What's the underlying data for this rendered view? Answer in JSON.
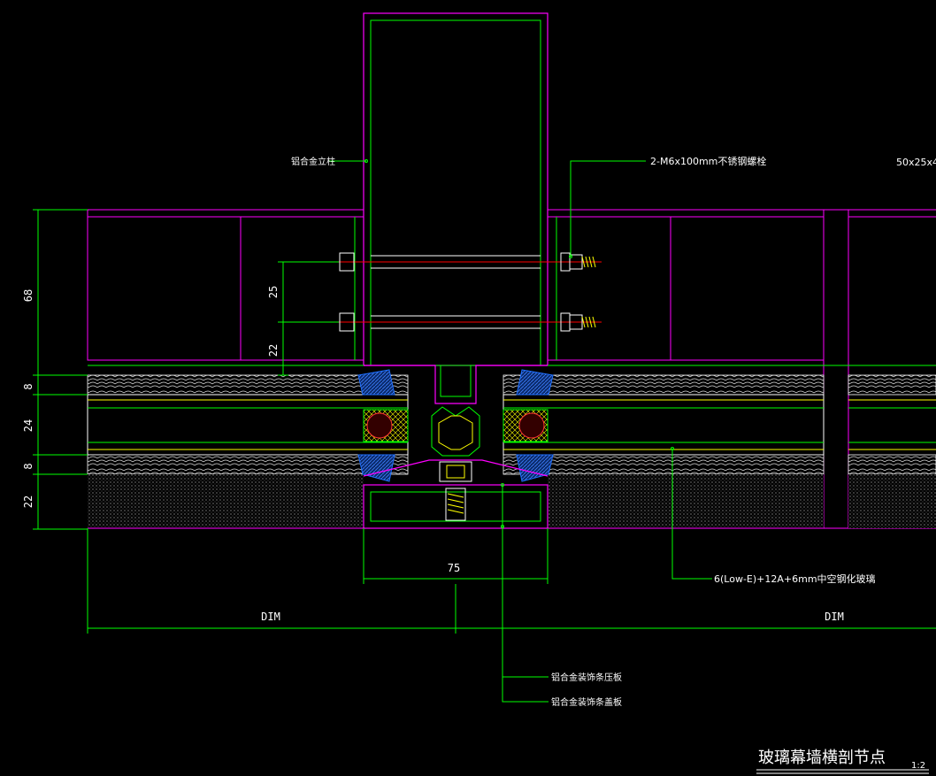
{
  "colors": {
    "background": "#000000",
    "magenta": "#ff00ff",
    "green": "#00ff00",
    "white": "#ffffff",
    "yellow": "#ffff00",
    "red": "#ff0000",
    "blue": "#1e6fff",
    "cyan": "#00c8ff"
  },
  "labels": {
    "mullion": "铝合金立柱",
    "bolts": "2-M6x100mm不锈钢螺栓",
    "tube_right": "50x25x4",
    "glass": "6(Low-E)+12A+6mm中空钢化玻璃",
    "press_plate": "铝合金装饰条压板",
    "cover_plate": "铝合金装饰条盖板"
  },
  "dimensions": {
    "d68": "68",
    "d25": "25",
    "d22_upper": "22",
    "d8_upper": "8",
    "d24": "24",
    "d8_lower": "8",
    "d22_lower": "22",
    "d75": "75",
    "dim_left": "DIM",
    "dim_right": "DIM"
  },
  "title": {
    "text": "玻璃幕墙横剖节点",
    "scale": "1:2"
  }
}
